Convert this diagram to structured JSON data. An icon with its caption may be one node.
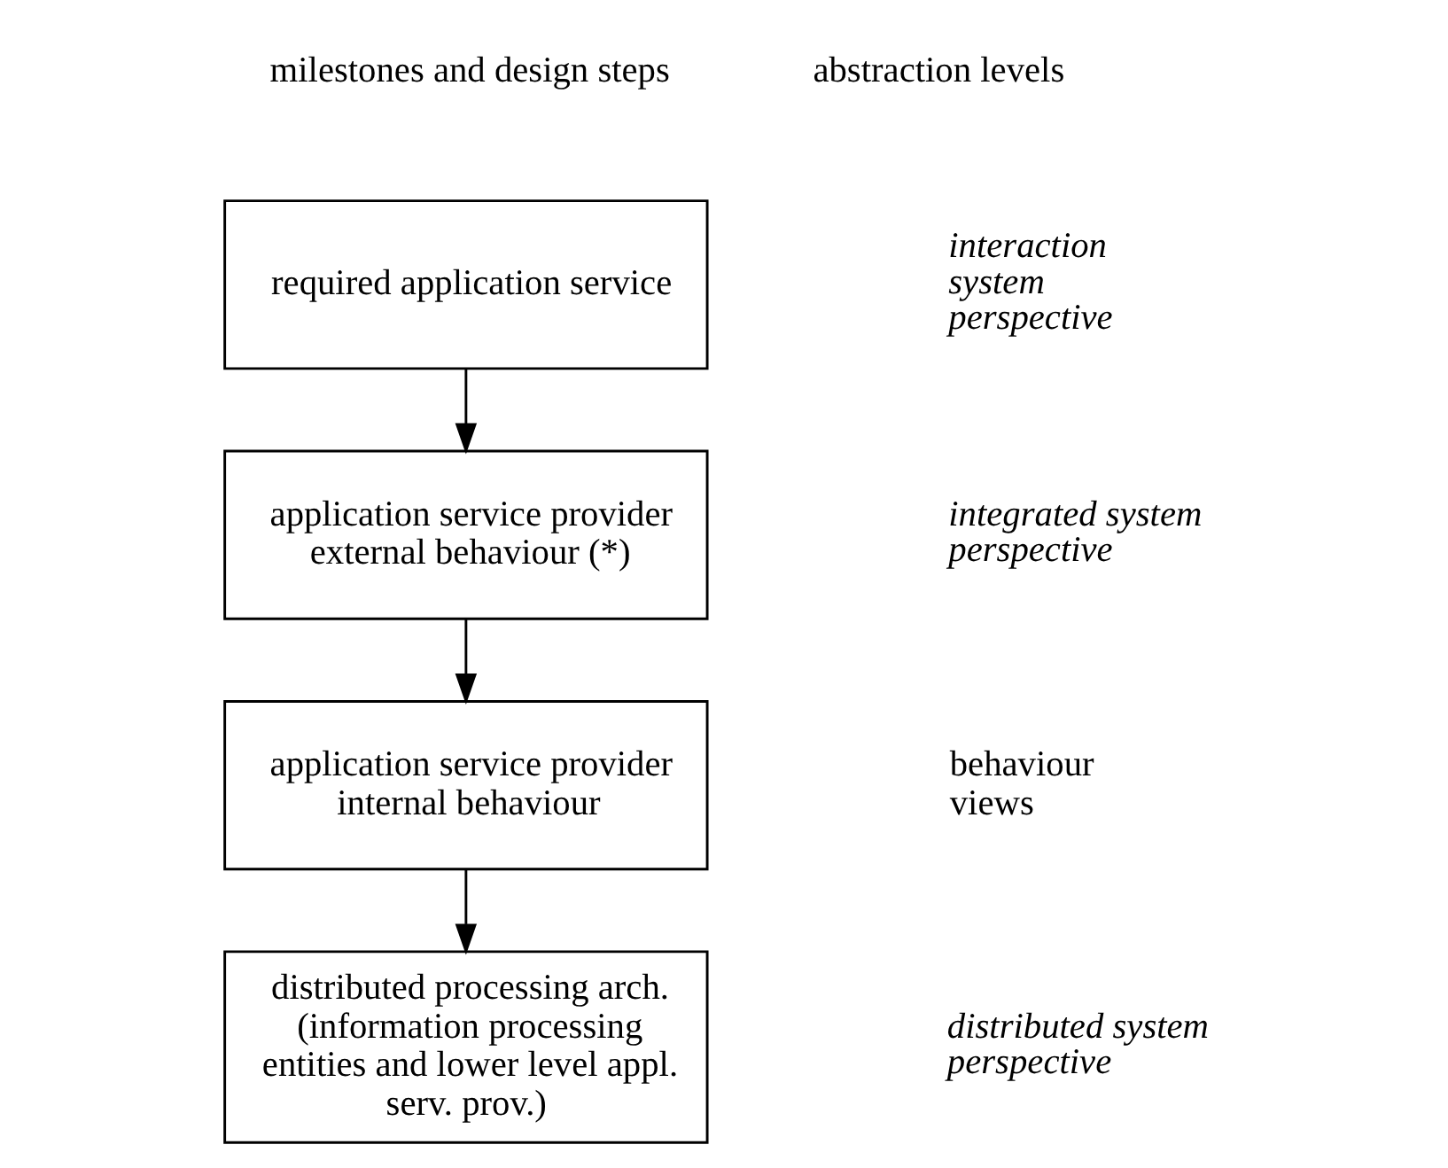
{
  "diagram": {
    "nodes": [
      {
        "text": [
          "required application service"
        ]
      },
      {
        "text": [
          "application service provider external behaviour (*)"
        ]
      },
      {
        "text": [
          "application service provider internal behaviour"
        ]
      },
      {
        "text": [
          "distributed processing arch. (information processing entities and lower level appl. serv. prov.)"
        ]
      }
    ],
    "edges": [
      {
        "from": 0,
        "to": 1,
        "arrow": "to"
      },
      {
        "from": 1,
        "to": 2,
        "arrow": "to"
      },
      {
        "from": 2,
        "to": 3,
        "arrow": "to"
      }
    ],
    "labels": [
      "milestones and design steps",
      "abstraction levels",
      "interaction system perspective",
      "integrated system perspective",
      "behaviour views",
      "distributed system perspective"
    ]
  }
}
